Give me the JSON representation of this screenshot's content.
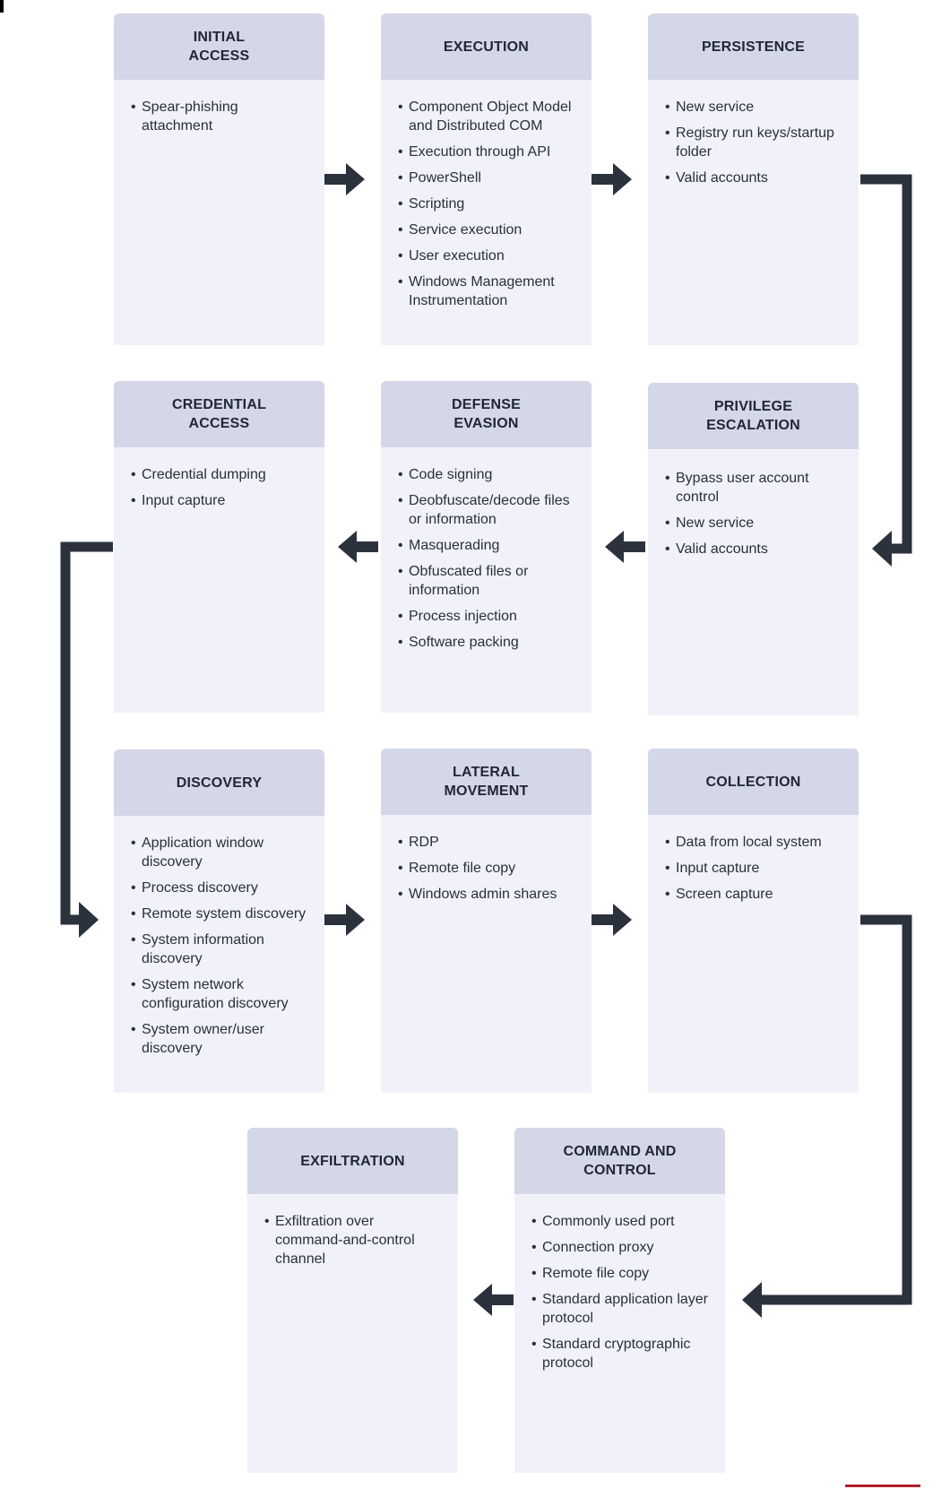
{
  "colors": {
    "header_bg": "#d3d7e7",
    "body_bg": "#f1f2f9",
    "title_text": "#202736",
    "body_text": "#2a2f3a",
    "arrow": "#2b323d",
    "accent": "#b2202a"
  },
  "tactics": [
    {
      "title": "INITIAL\nACCESS",
      "items": [
        "Spear-phishing attachment"
      ]
    },
    {
      "title": "EXECUTION",
      "items": [
        "Component Object Model and Distributed COM",
        "Execution through API",
        "PowerShell",
        "Scripting",
        "Service execution",
        "User execution",
        "Windows Management Instrumentation"
      ]
    },
    {
      "title": "PERSISTENCE",
      "items": [
        "New service",
        "Registry run keys/startup folder",
        "Valid accounts"
      ]
    },
    {
      "title": "CREDENTIAL\nACCESS",
      "items": [
        "Credential dumping",
        "Input capture"
      ]
    },
    {
      "title": "DEFENSE\nEVASION",
      "items": [
        "Code signing",
        "Deobfuscate/decode files or information",
        "Masquerading",
        "Obfuscated files or information",
        "Process injection",
        "Software packing"
      ]
    },
    {
      "title": "PRIVILEGE\nESCALATION",
      "items": [
        "Bypass user account control",
        "New service",
        "Valid accounts"
      ]
    },
    {
      "title": "DISCOVERY",
      "items": [
        "Application window discovery",
        "Process discovery",
        "Remote system discovery",
        "System information discovery",
        "System network configuration discovery",
        "System owner/user discovery"
      ]
    },
    {
      "title": "LATERAL\nMOVEMENT",
      "items": [
        "RDP",
        "Remote file copy",
        "Windows admin shares"
      ]
    },
    {
      "title": "COLLECTION",
      "items": [
        "Data from local system",
        "Input capture",
        "Screen capture"
      ]
    },
    {
      "title": "EXFILTRATION",
      "items": [
        "Exfiltration over command-and-control channel"
      ]
    },
    {
      "title": "COMMAND AND\nCONTROL",
      "items": [
        "Commonly used port",
        "Connection proxy",
        "Remote file copy",
        "Standard application layer protocol",
        "Standard cryptographic protocol"
      ]
    }
  ]
}
